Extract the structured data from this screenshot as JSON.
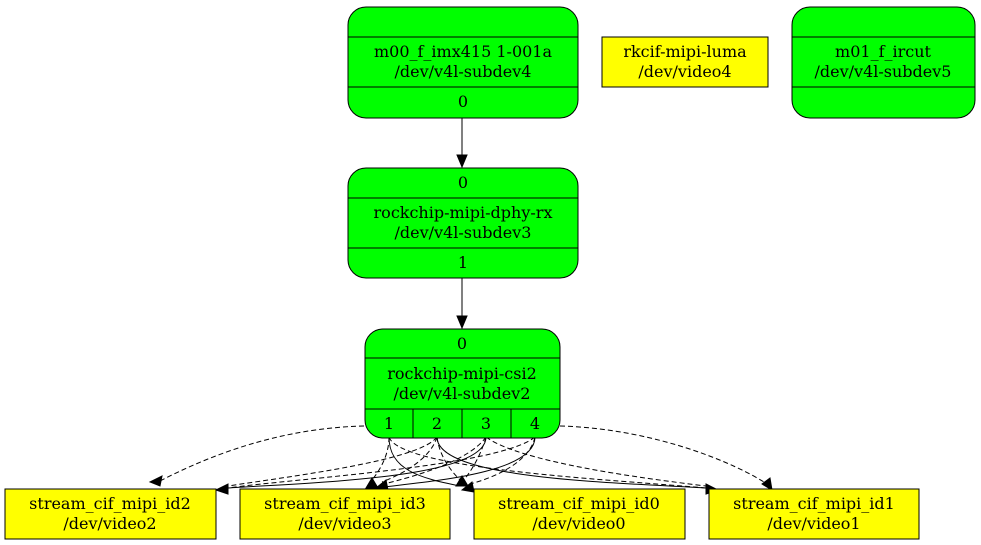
{
  "nodes": {
    "imx415": {
      "name": "m00_f_imx415 1-001a",
      "device": "/dev/v4l-subdev4",
      "pad_out": "0"
    },
    "luma": {
      "name": "rkcif-mipi-luma",
      "device": "/dev/video4"
    },
    "ircut": {
      "name": "m01_f_ircut",
      "device": "/dev/v4l-subdev5"
    },
    "dphy": {
      "pad_in": "0",
      "name": "rockchip-mipi-dphy-rx",
      "device": "/dev/v4l-subdev3",
      "pad_out": "1"
    },
    "csi2": {
      "pad_in": "0",
      "name": "rockchip-mipi-csi2",
      "device": "/dev/v4l-subdev2",
      "pads_out": [
        "1",
        "2",
        "3",
        "4"
      ]
    },
    "id2": {
      "name": "stream_cif_mipi_id2",
      "device": "/dev/video2"
    },
    "id3": {
      "name": "stream_cif_mipi_id3",
      "device": "/dev/video3"
    },
    "id0": {
      "name": "stream_cif_mipi_id0",
      "device": "/dev/video0"
    },
    "id1": {
      "name": "stream_cif_mipi_id1",
      "device": "/dev/video1"
    }
  },
  "edges": [
    {
      "from": "imx415.pad0",
      "to": "dphy.pad0",
      "style": "solid"
    },
    {
      "from": "dphy.pad1",
      "to": "csi2.pad0",
      "style": "solid"
    },
    {
      "from": "csi2.pad1",
      "to": "stream_cif_mipi_id0",
      "style": "solid"
    },
    {
      "from": "csi2.pad2",
      "to": "stream_cif_mipi_id1",
      "style": "solid"
    },
    {
      "from": "csi2.pad3",
      "to": "stream_cif_mipi_id2",
      "style": "solid"
    },
    {
      "from": "csi2.pad4",
      "to": "stream_cif_mipi_id3",
      "style": "solid"
    },
    {
      "from": "csi2.pad1",
      "to": "stream_cif_mipi_id2",
      "style": "dashed"
    },
    {
      "from": "csi2.pad1",
      "to": "stream_cif_mipi_id3",
      "style": "dashed"
    },
    {
      "from": "csi2.pad1",
      "to": "stream_cif_mipi_id1",
      "style": "dashed"
    },
    {
      "from": "csi2.pad2",
      "to": "stream_cif_mipi_id2",
      "style": "dashed"
    },
    {
      "from": "csi2.pad2",
      "to": "stream_cif_mipi_id3",
      "style": "dashed"
    },
    {
      "from": "csi2.pad2",
      "to": "stream_cif_mipi_id0",
      "style": "dashed"
    },
    {
      "from": "csi2.pad3",
      "to": "stream_cif_mipi_id3",
      "style": "dashed"
    },
    {
      "from": "csi2.pad3",
      "to": "stream_cif_mipi_id0",
      "style": "dashed"
    },
    {
      "from": "csi2.pad3",
      "to": "stream_cif_mipi_id1",
      "style": "dashed"
    },
    {
      "from": "csi2.pad4",
      "to": "stream_cif_mipi_id2",
      "style": "dashed"
    },
    {
      "from": "csi2.pad4",
      "to": "stream_cif_mipi_id0",
      "style": "dashed"
    },
    {
      "from": "csi2.pad4",
      "to": "stream_cif_mipi_id1",
      "style": "dashed"
    }
  ],
  "colors": {
    "subdev_fill": "#00ff00",
    "video_fill": "#ffff00",
    "stroke": "#000000"
  }
}
